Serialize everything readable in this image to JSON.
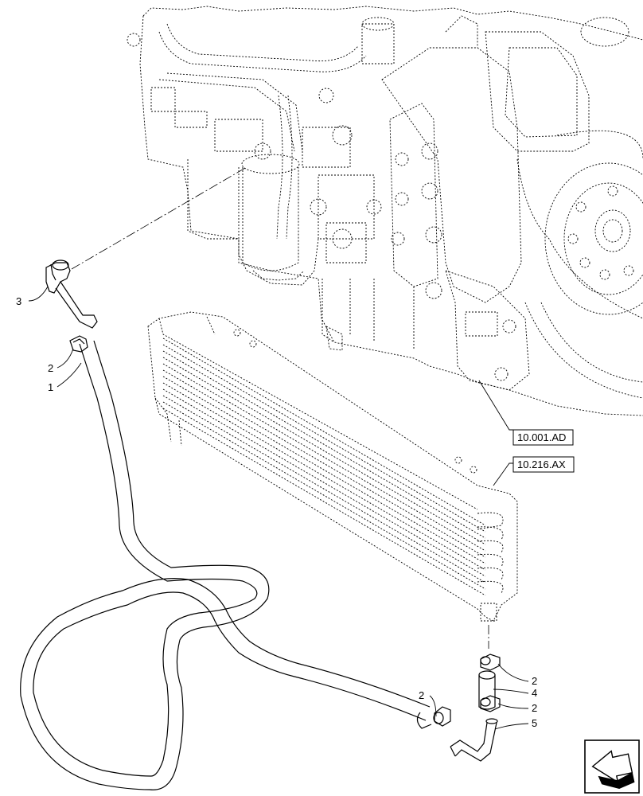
{
  "callouts": {
    "c1": "1",
    "c2a": "2",
    "c2b": "2",
    "c2c": "2",
    "c2d": "2",
    "c3": "3",
    "c4": "4",
    "c5": "5"
  },
  "references": {
    "engine": "10.001.AD",
    "cooler": "10.216.AX"
  },
  "nav_icon": "next-page-arrow-icon"
}
